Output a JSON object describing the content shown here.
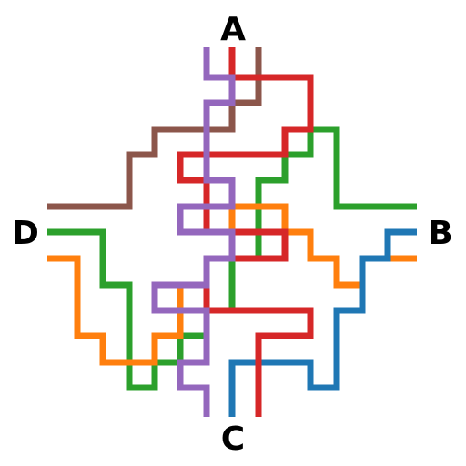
{
  "labels": {
    "top": "A",
    "right": "B",
    "bottom": "C",
    "left": "D"
  },
  "colors": {
    "purple": "#9467bd",
    "red": "#d62728",
    "brown": "#8c564b",
    "green": "#2ca02c",
    "orange": "#ff7f0e",
    "blue": "#1f77b4",
    "label": "#000000"
  }
}
